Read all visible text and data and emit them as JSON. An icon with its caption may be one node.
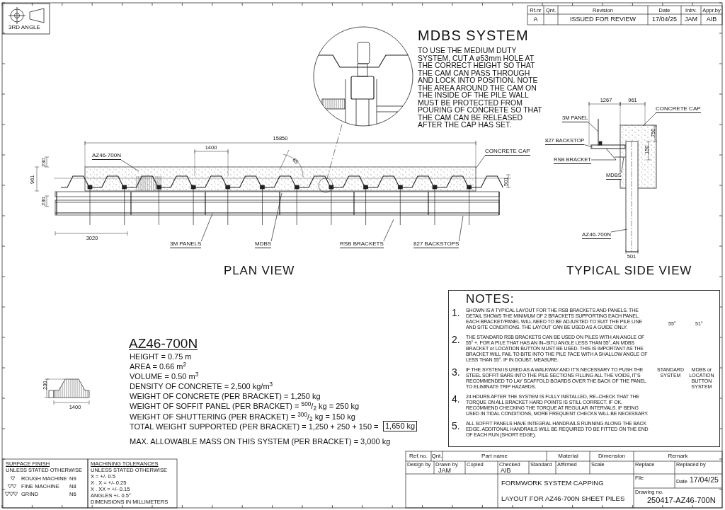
{
  "diagram": {
    "nodes": [
      {
        "text": [
          "AZ46-700N"
        ]
      },
      {
        "text": [
          "CONCRETE CAP"
        ]
      },
      {
        "text": [
          "3M PANELS"
        ]
      },
      {
        "text": [
          "MDBS"
        ]
      },
      {
        "text": [
          "RSB BRACKETS"
        ]
      },
      {
        "text": [
          "827 BACKSTOPS"
        ]
      },
      {
        "text": [
          "CONCRETE CAP"
        ]
      },
      {
        "text": [
          "3M PANEL"
        ]
      },
      {
        "text": [
          "827 BACKSTOP"
        ]
      },
      {
        "text": [
          "RSB BRACKET"
        ]
      },
      {
        "text": [
          "MDBS"
        ]
      },
      {
        "text": [
          "AZ46-700N"
        ]
      },
      {
        "text": [
          "1,650 kg"
        ]
      },
      {
        "text": [
          "NOTES:",
          "1.",
          "SHOWN IS A TYPICAL LAYOUT FOR THE RSB BRACKETS AND PANELS. THE DETAIL SHOWS THE MINIMUM OF 2 BRACKETS SUPPORTING EACH PANEL. EACH BRACKET/PANEL WILL NEED TO BE ADJUSTED TO SUIT THE PILE LINE AND SITE CONDITIONS. THE LAYOUT CAN BE USED AS A GUIDE ONLY.",
          "2.",
          "THE STANDARD RSB BRACKETS CAN BE USED ON PILES WITH AN ANGLE OF 55° +. FOR A PILE THAT HAS AN IN–SITU ANGLE LESS THAN 55°, AN MDBS BRACKET or LOCATION BUTTON MUST BE USED. THIS IS IMPORTANT AS THE BRACKET WILL FAIL TO BITE INTO THE PILE FACE WITH A SHALLOW ANGLE OF LESS THAN 55°. IF IN DOUBT, MEASURE.",
          "3.",
          "IF THE SYSTEM IS USED AS A WALKWAY AND IT'S NECESSARY TO PUSH THE STEEL SOFFIT BARS INTO THE PILE SECTIONS FILLING ALL THE VOIDS, IT'S RECOMMENDED TO LAY SCAFFOLD BOARDS OVER THE BACK OF THE PANEL TO ELIMINATE TRIP HAZARDS.",
          "4.",
          "24 HOURS AFTER THE SYSTEM IS FULLY INSTALLED, RE–CHECK THAT THE TORQUE ON ALL BRACKET HARD POINTS IS STILL CORRECT. IF OK, RECOMMEND CHECKING THE TORQUE AT REGULAR INTERVALS. IF BEING USED IN TIDAL CONDITIONS, MORE FREQUENT CHECKS WILL BE NECESSARY.",
          "5.",
          "ALL SOFFIT PANELS HAVE INTEGRAL HANDRAILS RUNNING ALONG THE BACK EDGE. ADDITONAL HANDRAILS WILL BE REQUIRED TO BE FITTED ON THE END OF EACH RUN (SHORT EDGE).",
          "55°",
          "51°",
          "STANDARD SYSTEM",
          "MDBS or LOCATION BUTTON SYSTEM"
        ]
      }
    ],
    "edges": [
      {
        "from": 0,
        "to": null,
        "arrow": "none"
      },
      {
        "from": 1,
        "to": null,
        "arrow": "none"
      },
      {
        "from": 2,
        "to": null,
        "arrow": "none"
      },
      {
        "from": 3,
        "to": null,
        "arrow": "none"
      },
      {
        "from": 4,
        "to": null,
        "arrow": "none"
      },
      {
        "from": 5,
        "to": null,
        "arrow": "none"
      },
      {
        "from": 6,
        "to": null,
        "arrow": "none"
      },
      {
        "from": 7,
        "to": null,
        "arrow": "none"
      },
      {
        "from": 8,
        "to": null,
        "arrow": "none"
      },
      {
        "from": 9,
        "to": null,
        "arrow": "none"
      },
      {
        "from": 10,
        "to": null,
        "arrow": "none"
      },
      {
        "from": 11,
        "to": null,
        "arrow": "none"
      }
    ],
    "labels": [
      "3RD ANGLE",
      "Rf.nr",
      "Qnt.",
      "Revision",
      "Date",
      "Intrv.",
      "Appr.by",
      "A",
      "ISSUED FOR REVIEW",
      "17/04/25",
      "JAM",
      "AIB",
      "MDBS SYSTEM",
      "TO USE THE MEDIUM DUTY SYSTEM, CUT A ø53mm HOLE AT THE CORRECT HEIGHT SO THAT THE CAM CAN PASS THROUGH AND LOCK INTO POSITION. NOTE THE AREA AROUND THE CAM ON THE INSIDE OF THE PILE WALL MUST BE PROTECTED FROM POURING OF CONCRETE SO THAT THE CAM CAN BE RELEASED AFTER THE CAP HAS SET.",
      "1267",
      "961",
      "750",
      "150",
      "15850",
      "1400",
      "65",
      "230",
      "961",
      "230",
      "501",
      "3020",
      "501",
      "PLAN VIEW",
      "TYPICAL SIDE VIEW",
      "AZ46-700N",
      "HEIGHT = 0.75 m",
      "AREA = 0.66 m$^{2}$",
      "VOLUME = 0.50 m$^{3}$",
      "DENSITY OF CONCRETE = 2,500 kg/m$^{3}$",
      "WEIGHT OF CONCRETE (PER BRACKET) = 1,250 kg",
      "WEIGHT OF SOFFIT PANEL (PER BRACKET) = $^{500}$/$_{2}$ kg = 250 kg",
      "WEIGHT OF SHUTTERING (PER BRACKET) = $^{300}$/$_{2}$ kg = 150 kg",
      "TOTAL WEIGHT SUPPORTED (PER BRACKET) = 1,250 + 250 + 150 =",
      "MAX. ALLOWABLE MASS ON THIS SYSTEM (PER BRACKET) = 3,000 kg",
      "230",
      "1400",
      "SURFACE FINISH",
      "UNLESS STATED OTHERWISE",
      "ROUGH MACHINE",
      "N9",
      "FINE MACHINE",
      "N8",
      "GRIND",
      "N6",
      "MACHINING TOLERANCES",
      "UNLESS STATED OTHERWISE",
      "X = +/- 0.5",
      "X . X = +/- 0.25",
      "X . XX = +/- 0.15",
      "ANGLES +/- 0.5°",
      "DIMENSIONS IN MILLIMETERS",
      "Ref.no.",
      "Qnt.",
      "Part name",
      "Material",
      "Dimension",
      "Remark",
      "Design by",
      "Drawn by",
      "JAM",
      "Copied",
      "Checked",
      "AIB",
      "Standard",
      "Affirmed",
      "Scale",
      "Replace",
      "Replaced by",
      "FORMWORK SYSTEM CAPPING",
      "LAYOUT FOR AZ46-700N SHEET PILES",
      "File",
      "Date",
      "17/04/25",
      "Drawing no.",
      "250417-AZ46-700N"
    ]
  }
}
